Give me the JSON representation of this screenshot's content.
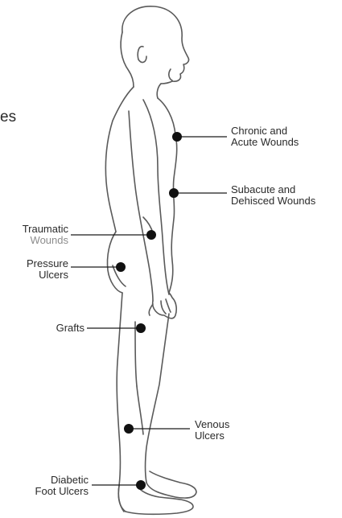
{
  "edge_fragment": "es",
  "labels": {
    "chronic_acute": [
      "Chronic and",
      "Acute Wounds"
    ],
    "subacute_dehisced": [
      "Subacute and",
      "Dehisced Wounds"
    ],
    "traumatic": [
      "Traumatic",
      "Wounds"
    ],
    "pressure": [
      "Pressure",
      "Ulcers"
    ],
    "grafts": [
      "Grafts"
    ],
    "venous": [
      "Venous",
      "Ulcers"
    ],
    "diabetic": [
      "Diabetic",
      "Foot Ulcers"
    ]
  },
  "colors": {
    "outline": "#5a5a5a",
    "marker": "#111111",
    "leader": "#1a1a1a",
    "text": "#2a2a2a",
    "muted_text": "#8c8c8c"
  }
}
